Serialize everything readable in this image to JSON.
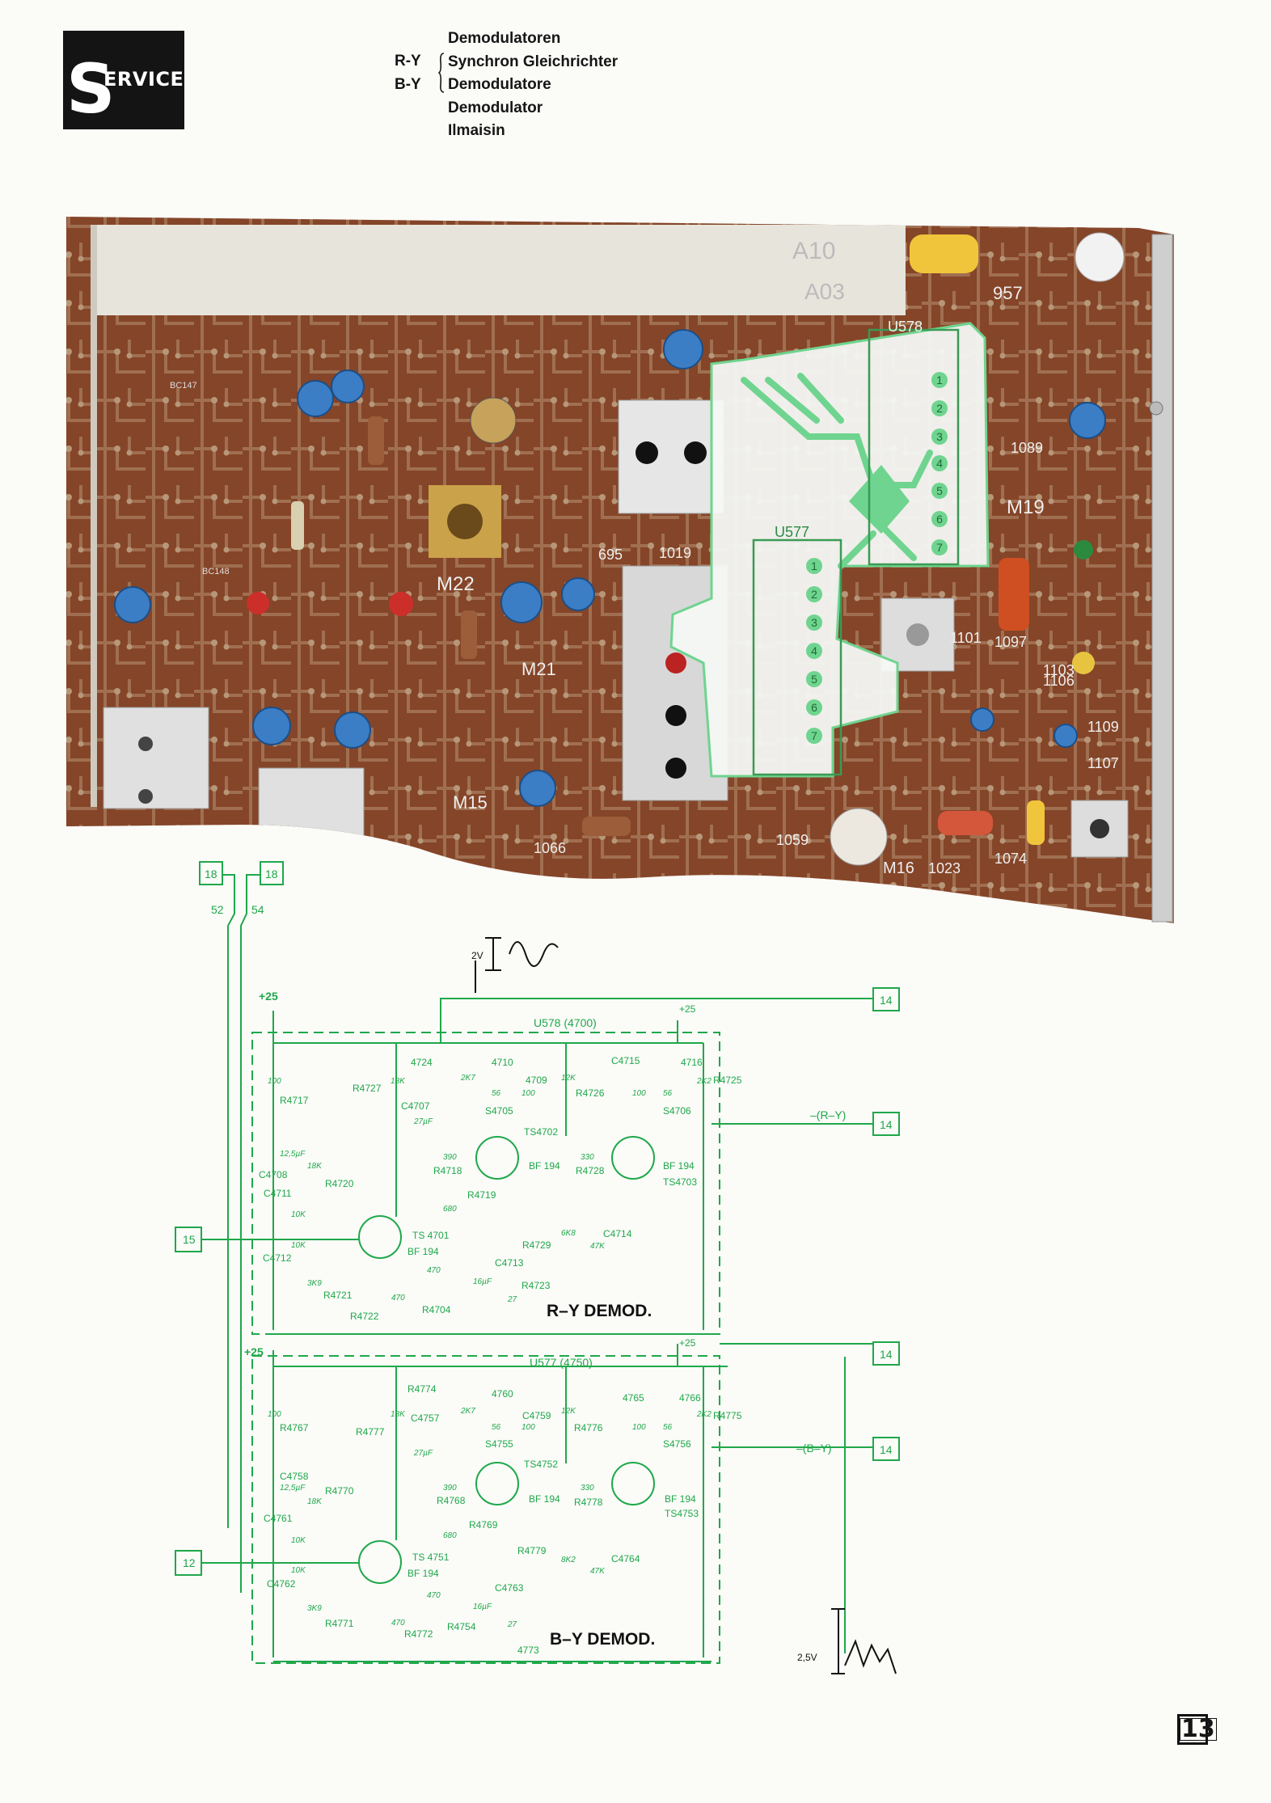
{
  "header": {
    "logo_initial": "S",
    "logo_rest": "ERVICE",
    "titles": [
      "Demodulatoren",
      "Synchron Gleichrichter",
      "Demodulatore",
      "Demodulator",
      "Ilmaisin"
    ],
    "prefixes": [
      "R-Y",
      "B-Y"
    ]
  },
  "photo": {
    "labels": [
      "A10",
      "A03",
      "U578",
      "U577",
      "957",
      "1019",
      "695",
      "1089",
      "1097",
      "1101",
      "1103",
      "1107",
      "1106",
      "1109",
      "M19",
      "M22",
      "M21",
      "1066",
      "1059",
      "1074",
      "M16",
      "1023",
      "M15",
      "BC147",
      "BC148"
    ],
    "connector_pins": [
      "1",
      "2",
      "3",
      "4",
      "5",
      "6",
      "7"
    ]
  },
  "schematic": {
    "connectors": {
      "in_top_a": "18",
      "in_top_b": "18",
      "pin_a": "52",
      "pin_b": "54",
      "in_15": "15",
      "in_12": "12",
      "out_14_a": "14",
      "out_14_b": "14",
      "out_14_c": "14",
      "out_14_d": "14"
    },
    "supply": "+25",
    "ry": {
      "module": "U578 (4700)",
      "title": "R–Y  DEMOD.",
      "output": "–(R–Y)",
      "labels": {
        "R4717": "R4717",
        "R4727": "R4727",
        "R4720": "R4720",
        "C4708": "C4708",
        "C4711": "C4711",
        "C4712": "C4712",
        "R4721": "R4721",
        "R4722": "R4722",
        "R4724": "4724",
        "C4707": "C4707",
        "C4710": "4710",
        "C4709": "4709",
        "S4705": "S4705",
        "R4718": "R4718",
        "TS4702": "TS4702",
        "R4719": "R4719",
        "R4726": "R4726",
        "R4728": "R4728",
        "TS4703": "TS4703",
        "C4715": "C4715",
        "C4716": "4716",
        "R4725": "R4725",
        "S4706": "S4706",
        "C4714": "C4714",
        "R4729": "R4729",
        "TS4701": "TS 4701",
        "R4704": "R4704",
        "C4713": "C4713",
        "R4723": "R4723",
        "BF194a": "BF 194",
        "BF194b": "BF 194",
        "BF194c": "BF 194"
      },
      "values": {
        "v100": "100",
        "v18Ka": "18K",
        "v12_5uF": "12,5µF",
        "v18Kb": "18K",
        "v10Ka": "10K",
        "v10Kb": "10K",
        "v3K9": "3K9",
        "v470": "470",
        "v2K7": "2K7",
        "v56a": "56",
        "v100b": "100",
        "v27uF": "27µF",
        "v390": "390",
        "v680": "680",
        "v12K": "12K",
        "v330": "330",
        "v100c": "100",
        "v56b": "56",
        "v2K2": "2K2",
        "v6K8": "6K8",
        "v47K": "47K",
        "v470b": "470",
        "v16uF": "16µF",
        "v27": "27"
      }
    },
    "by": {
      "module": "U577 (4750)",
      "title": "B–Y  DEMOD.",
      "output": "–(B–Y)",
      "labels": {
        "R4767": "R4767",
        "R4777": "R4777",
        "R4770": "R4770",
        "C4758": "C4758",
        "C4761": "C4761",
        "C4762": "C4762",
        "R4771": "R4771",
        "R4772": "R4772",
        "R4774": "R4774",
        "C4757": "C4757",
        "C4760": "4760",
        "C4759": "C4759",
        "S4755": "S4755",
        "R4768": "R4768",
        "TS4752": "TS4752",
        "R4769": "R4769",
        "R4776": "R4776",
        "R4778": "R4778",
        "TS4753": "TS4753",
        "C4765": "4765",
        "C4766": "4766",
        "R4775": "R4775",
        "S4756": "S4756",
        "C4764": "C4764",
        "R4779": "R4779",
        "TS4751": "TS 4751",
        "R4754": "R4754",
        "C4763": "C4763",
        "R4773": "4773",
        "BF194a": "BF 194",
        "BF194b": "BF 194",
        "BF194c": "BF 194"
      },
      "values": {
        "v100": "100",
        "v18Ka": "18K",
        "v12_5uF": "12,5µF",
        "v18Kb": "18K",
        "v10Ka": "10K",
        "v10Kb": "10K",
        "v3K9": "3K9",
        "v470": "470",
        "v2K7": "2K7",
        "v56a": "56",
        "v100b": "100",
        "v27uF": "27µF",
        "v390": "390",
        "v680": "680",
        "v12K": "12K",
        "v330": "330",
        "v100c": "100",
        "v56b": "56",
        "v2K2": "2K2",
        "v8K2": "8K2",
        "v47K": "47K",
        "v470b": "470",
        "v16uF": "16µF",
        "v27": "27"
      }
    },
    "waveforms": {
      "top_amplitude": "2V",
      "bottom_amplitude": "2,5V"
    }
  },
  "page_number": "13",
  "colors": {
    "schematic_green": "#1fa84a",
    "pcb_brown": "#8a4a2a",
    "logo_bg": "#141414",
    "overlay_green": "#6fd48f"
  }
}
